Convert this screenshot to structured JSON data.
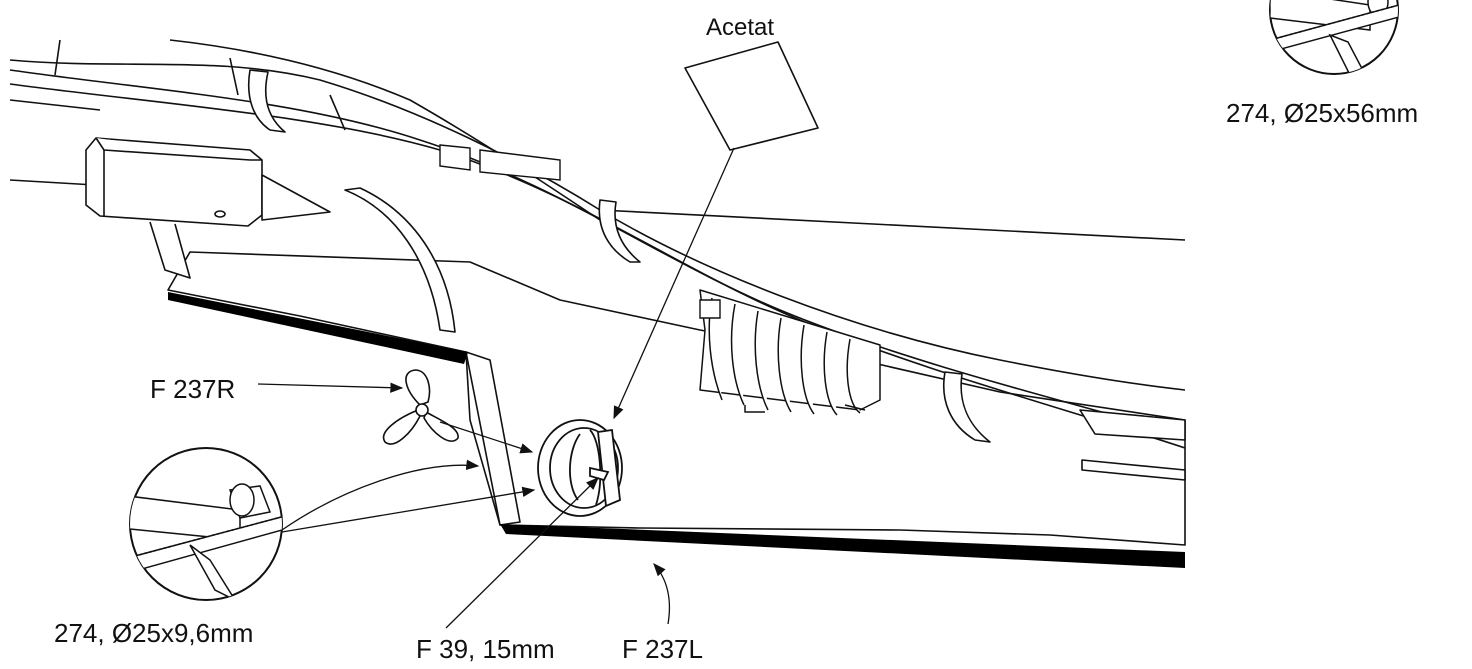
{
  "labels": {
    "acetat": "Acetat",
    "propeller": "F 237R",
    "tube_large": "274, Ø25x56mm",
    "tube_small": "274, Ø25x9,6mm",
    "shaft": "F 39, 15mm",
    "hull_side": "F 237L"
  },
  "colors": {
    "line": "#111111",
    "fill": "#ffffff",
    "bottom_edge": "#000000"
  }
}
